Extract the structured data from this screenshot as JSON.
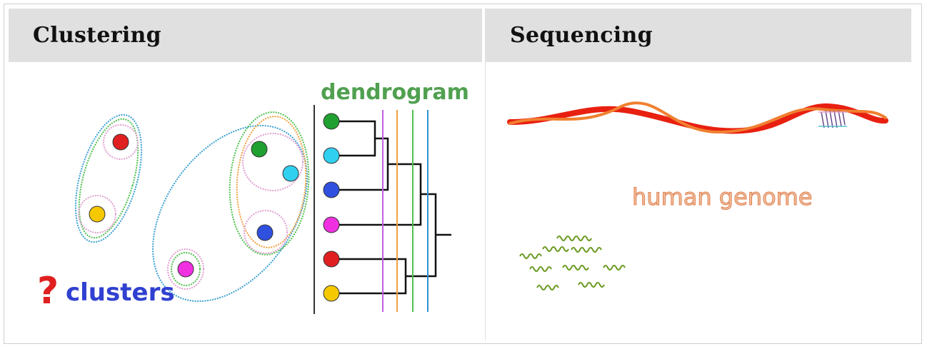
{
  "headers": {
    "clustering": "Clustering",
    "sequencing": "Sequencing"
  },
  "clustering": {
    "dendrogram_label": "dendrogram",
    "question_mark": "?",
    "clusters_label": "clusters",
    "point_colors": [
      "#e02020",
      "#f5c800",
      "#20a030",
      "#30d0f0",
      "#3050e0",
      "#f030e0"
    ],
    "cut_line_colors": [
      "#c060e0",
      "#f0a040",
      "#50c050",
      "#3090d0"
    ]
  },
  "sequencing": {
    "genome_label": "human genome",
    "genome_color": "#e85020",
    "read_color": "#6a9a20"
  }
}
